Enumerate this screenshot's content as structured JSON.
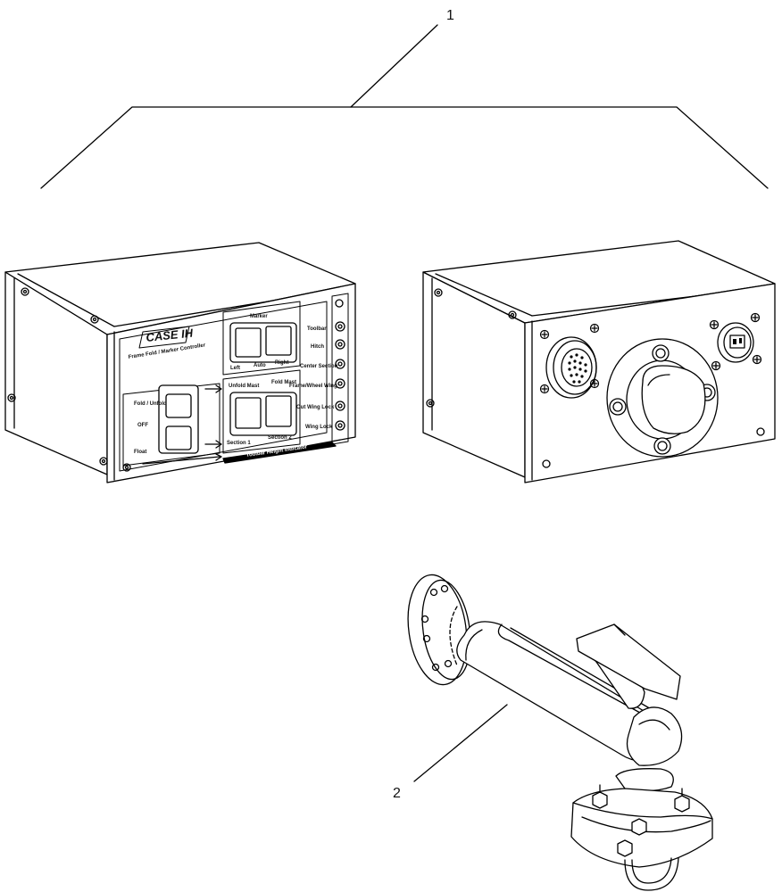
{
  "callouts": {
    "item1": "1",
    "item2": "2"
  },
  "controller": {
    "brand": "CASE IH",
    "title": "Frame Fold / Marker Controller",
    "marker_group": "Marker",
    "marker_left": "Left",
    "marker_auto": "Auto",
    "marker_right": "Right",
    "fold_label": "Fold / Unfold",
    "off_label": "OFF",
    "float_label": "Float",
    "switch_mid_left": "Unfold Mast",
    "switch_mid_right": "Fold Mast",
    "section1": "Section 1",
    "section2": "Section 2",
    "bottom_bar": "Toolbar Height Indicator",
    "indicators": [
      "Toolbar",
      "Hitch",
      "Center Section",
      "Frame/Wheel Wing",
      "Out Wing Lock",
      "Wing Lock"
    ]
  }
}
